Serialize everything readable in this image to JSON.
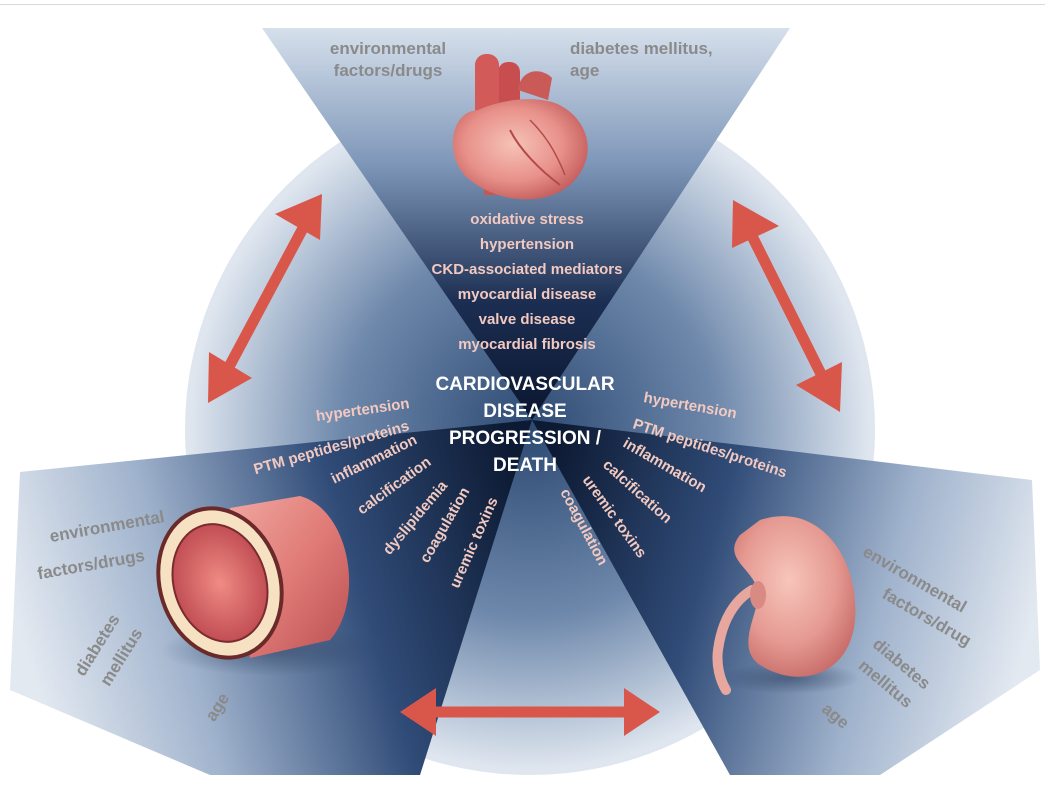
{
  "center": {
    "lines": [
      "CARDIOVASCULAR",
      "DISEASE",
      "PROGRESSION /",
      "DEATH"
    ]
  },
  "heart_panel": {
    "left_factors": [
      "environmental",
      "factors/drugs"
    ],
    "right_factors": [
      "diabetes mellitus,",
      "age"
    ],
    "mediators": [
      "oxidative stress",
      "hypertension",
      "CKD-associated mediators",
      "myocardial disease",
      "valve disease",
      "myocardial fibrosis"
    ]
  },
  "vessel_panel": {
    "factors": [
      "environmental",
      "factors/drugs"
    ],
    "diabetes": [
      "diabetes",
      "mellitus"
    ],
    "age": "age",
    "mediators": [
      "hypertension",
      "PTM peptides/proteins",
      "inflammation",
      "calcification",
      "dyslipidemia",
      "coagulation",
      "uremic toxins"
    ]
  },
  "kidney_panel": {
    "factors": [
      "environmental",
      "factors/drug"
    ],
    "diabetes": [
      "diabetes",
      "mellitus"
    ],
    "age": "age",
    "mediators": [
      "hypertension",
      "PTM peptides/proteins",
      "inflammation",
      "calcification",
      "uremic toxins",
      "coagulation"
    ]
  },
  "colors": {
    "arrow": "#d9574a",
    "mediator_text": "#f2c9c0",
    "center_text": "#ffffff",
    "factor_text": "#8a8a8a",
    "panel_dark": "#0d1a33",
    "panel_light": "#dfe6ef"
  }
}
